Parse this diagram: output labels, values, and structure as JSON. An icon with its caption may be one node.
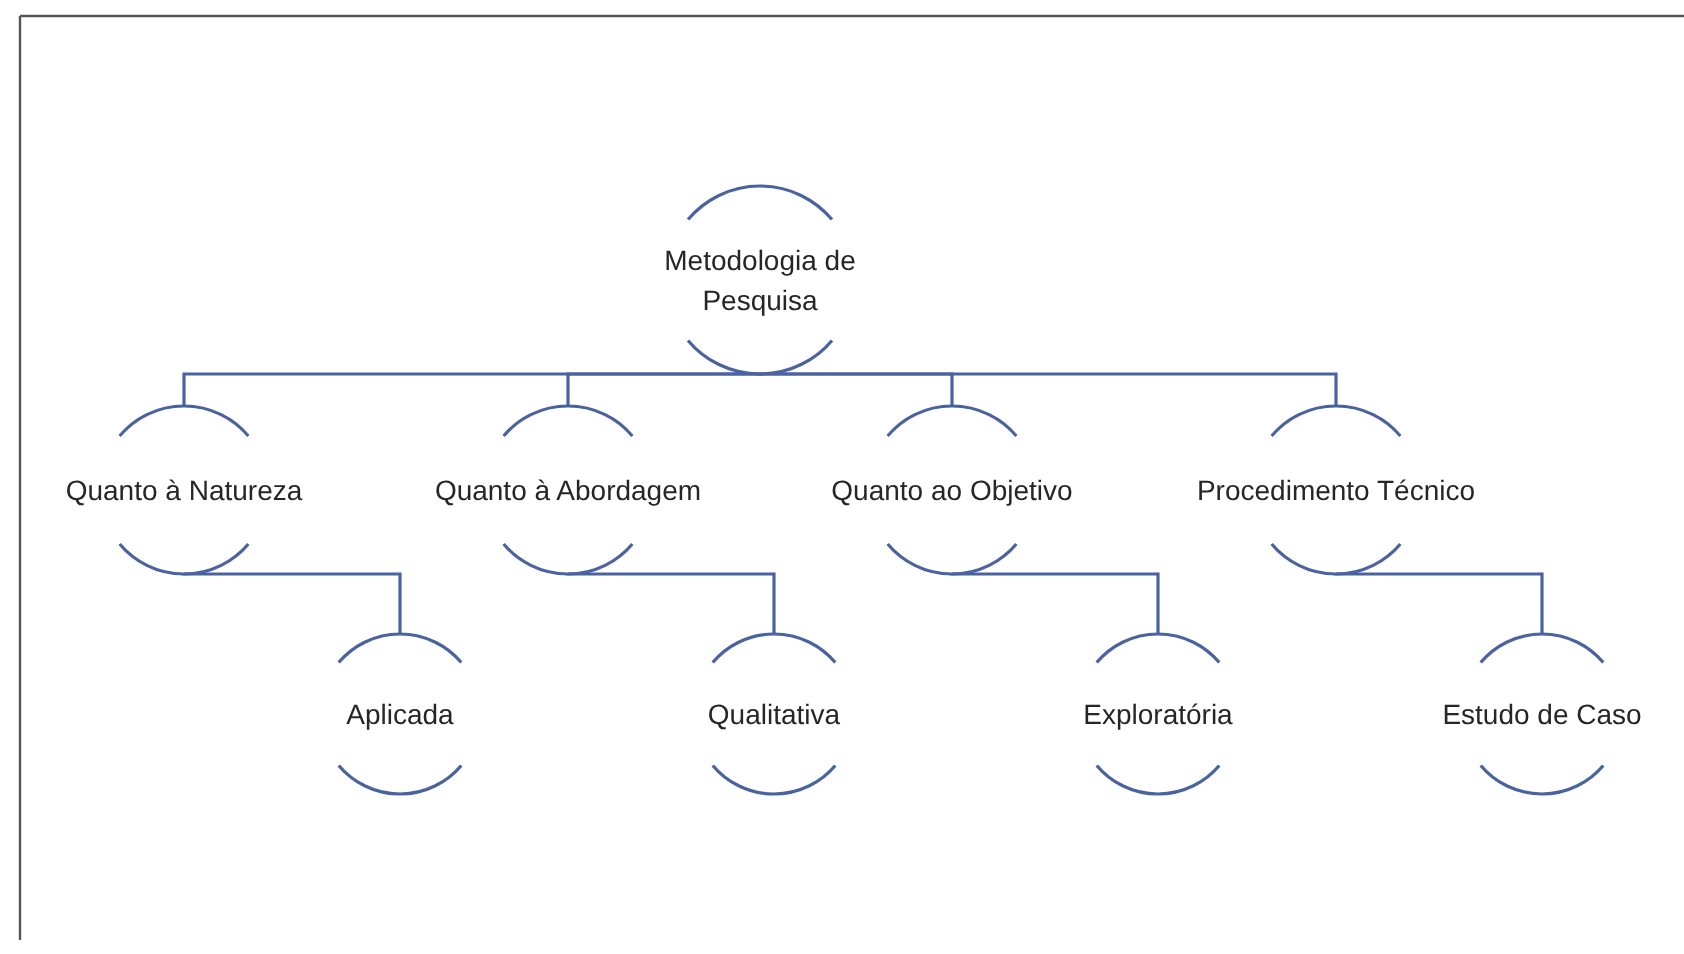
{
  "diagram": {
    "nodes": [
      {
        "text": [
          "Metodologia de Pesquisa"
        ]
      },
      {
        "text": [
          "Quanto à Natureza"
        ]
      },
      {
        "text": [
          "Quanto à Abordagem"
        ]
      },
      {
        "text": [
          "Quanto ao Objetivo"
        ]
      },
      {
        "text": [
          "Procedimento Técnico"
        ]
      },
      {
        "text": [
          "Aplicada"
        ]
      },
      {
        "text": [
          "Qualitativa"
        ]
      },
      {
        "text": [
          "Exploratória"
        ]
      },
      {
        "text": [
          "Estudo de Caso"
        ]
      }
    ],
    "edges": [
      {
        "from": 0,
        "to": 1,
        "arrow": "none"
      },
      {
        "from": 0,
        "to": 2,
        "arrow": "none"
      },
      {
        "from": 0,
        "to": 3,
        "arrow": "none"
      },
      {
        "from": 0,
        "to": 4,
        "arrow": "none"
      },
      {
        "from": 1,
        "to": 5,
        "arrow": "none"
      },
      {
        "from": 2,
        "to": 6,
        "arrow": "none"
      },
      {
        "from": 3,
        "to": 7,
        "arrow": "none"
      },
      {
        "from": 4,
        "to": 8,
        "arrow": "none"
      }
    ]
  }
}
